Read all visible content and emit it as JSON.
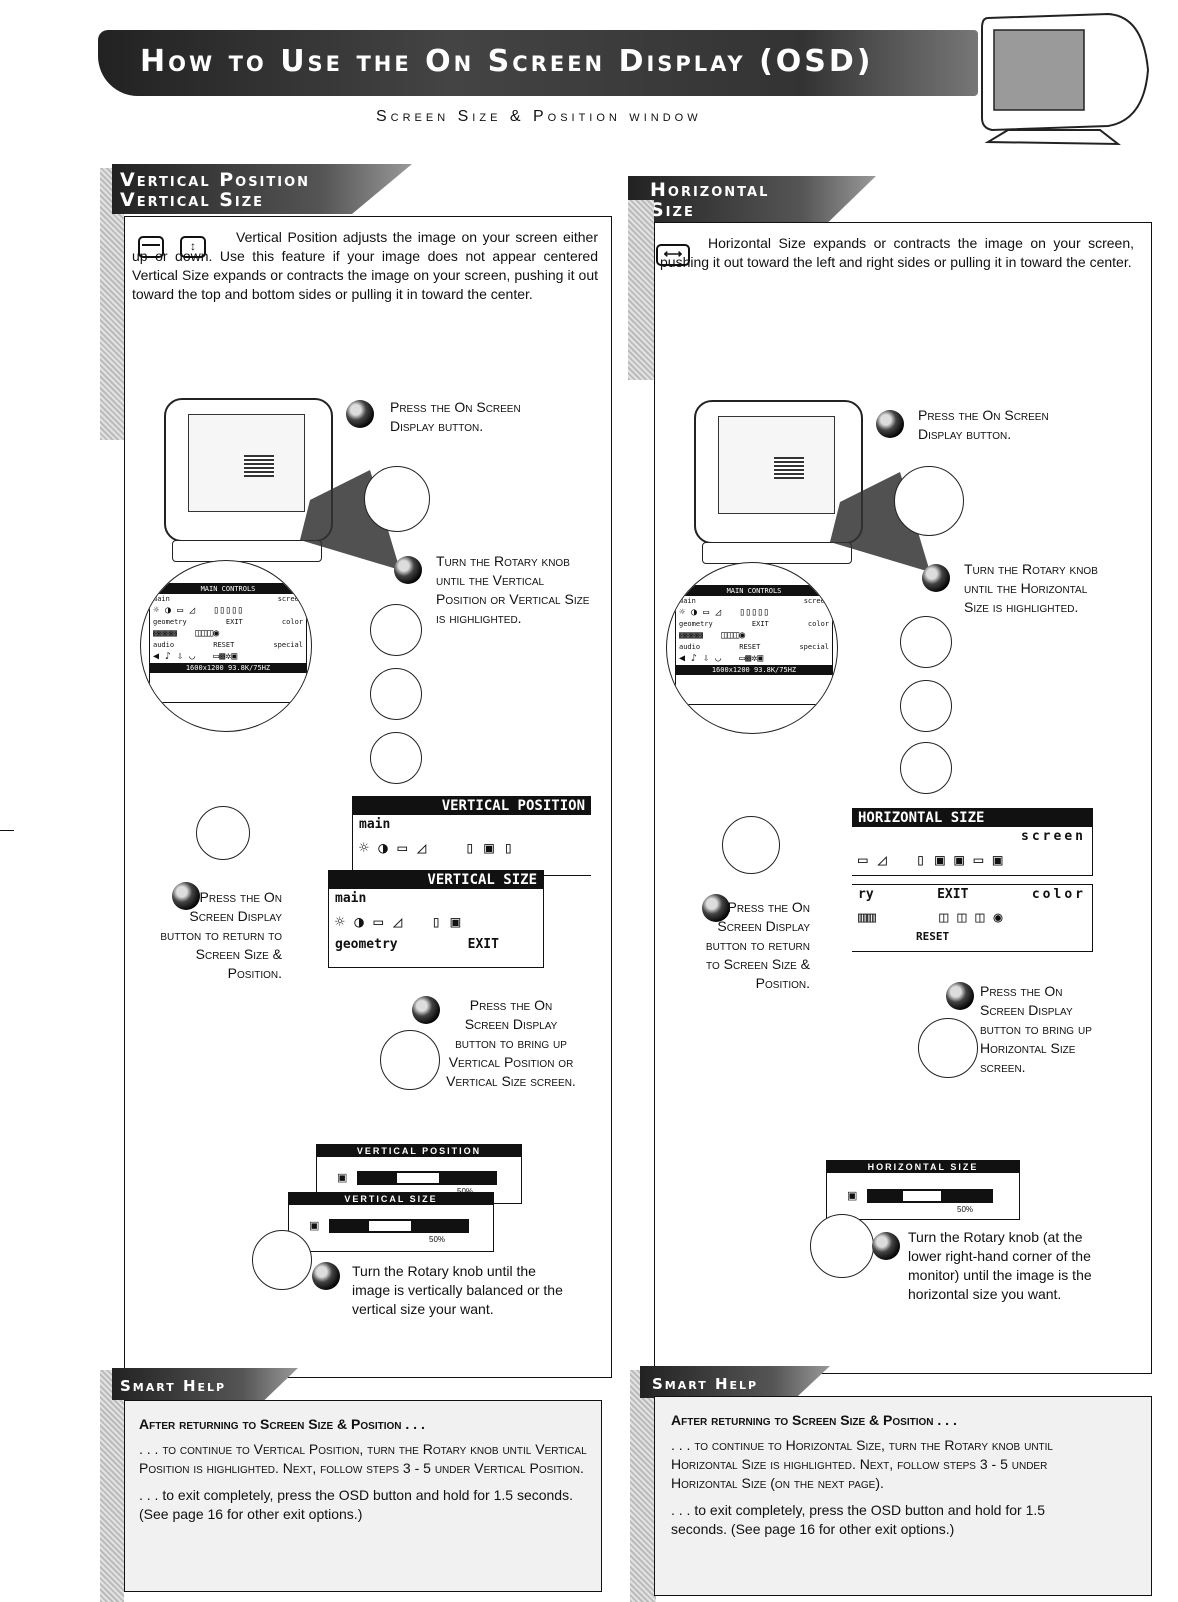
{
  "header": {
    "title": "How to Use the On Screen Display (OSD)",
    "subtitle": "Screen Size & Position window"
  },
  "left": {
    "tab_line1": "Vertical Position",
    "tab_line2": "Vertical Size",
    "intro_part1": "Vertical Position adjusts the image on your screen either up or down. Use this feature if your image does not appear centered Vertical Size expands or contracts the image on your screen, pushing it out toward the top and bottom sides or pulling it in toward the center.",
    "step1": "Press the On Screen Display button.",
    "step2": "Turn the Rotary knob until the Vertical Position or Vertical Size is highlighted.",
    "step3": "Press the On Screen Display button to return to Screen Size & Position.",
    "step4": "Press the On Screen Display button to bring up Vertical Position or Vertical Size screen.",
    "step5": "Turn the Rotary knob until the image is vertically balanced or the vertical size your want.",
    "osd1_title": "VERTICAL POSITION",
    "osd2_title": "VERTICAL SIZE",
    "osd_main": "main",
    "osd_geometry": "geometry",
    "osd_exit": "EXIT",
    "slider1_title": "VERTICAL POSITION",
    "slider2_title": "VERTICAL SIZE",
    "slider1_pct": "50%",
    "slider2_pct": "50%",
    "slider_value": 0.5,
    "help_tab": "Smart Help",
    "help_lead": "After returning to Screen Size & Position . . .",
    "help_p1": ". . . to continue to Vertical Position, turn the Rotary knob until Vertical Position is highlighted. Next, follow steps 3 - 5 under Vertical Position.",
    "help_p2": ". . . to exit completely, press the OSD button and hold for 1.5 seconds. (See page 16 for other exit options.)"
  },
  "right": {
    "tab_line1": "Horizontal",
    "tab_line2": "Size",
    "intro": "Horizontal Size expands or contracts the image on your screen, pushing it out toward the left and right sides or pulling it in toward the center.",
    "step1": "Press the On Screen Display button.",
    "step2": "Turn the Rotary knob until the Horizontal Size is highlighted.",
    "step3": "Press the On Screen Display button to return to Screen Size & Position.",
    "step4": "Press the On Screen Display button to bring up Horizontal Size screen.",
    "step5": "Turn the Rotary knob (at the lower right-hand corner of the monitor) until the image is the horizontal size you want.",
    "osd_title": "HORIZONTAL SIZE",
    "osd_screen": "screen",
    "osd_color": "color",
    "osd_exit": "EXIT",
    "osd_reset": "RESET",
    "osd_try": "ry",
    "slider_title": "HORIZONTAL SIZE",
    "slider_pct": "50%",
    "slider_value": 0.5,
    "help_tab": "Smart Help",
    "help_lead": "After returning to Screen Size & Position . . .",
    "help_p1": ". . . to continue to Horizontal Size, turn the Rotary knob until Horizontal Size is highlighted. Next, follow steps 3 - 5 under Horizontal Size (on the next page).",
    "help_p2": ". . . to exit completely, press the OSD button and hold for 1.5 seconds. (See page 16 for other exit options.)"
  },
  "osd_menu": {
    "title": "MAIN CONTROLS",
    "main": "main",
    "screen": "screen",
    "geometry": "geometry",
    "exit": "EXIT",
    "color": "color",
    "reset": "RESET",
    "audio": "audio",
    "special": "special",
    "status": "1600x1200 93.8K/75HZ"
  }
}
